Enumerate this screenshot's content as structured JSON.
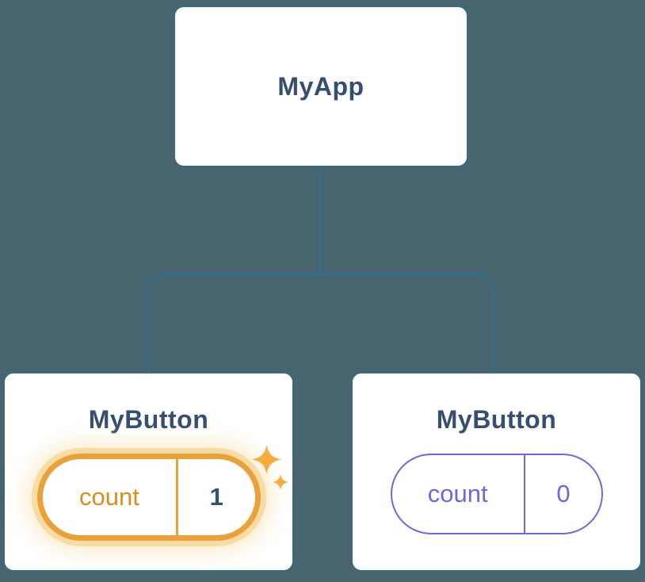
{
  "colors": {
    "bg": "#48656F",
    "line": "#2F6E91",
    "box-bg": "#FFFFFF",
    "heading": "#364E6F",
    "purple": "#6B6AD8",
    "orange": "#E9A23B",
    "orange-glow": "#F8DCA4",
    "orange-text": "#D98E1F",
    "sparkle": "#F5AB3D"
  },
  "diagram": {
    "root": {
      "label": "MyApp"
    },
    "children": [
      {
        "label": "MyButton",
        "state_key": "count",
        "state_value": "1",
        "highlighted": true
      },
      {
        "label": "MyButton",
        "state_key": "count",
        "state_value": "0",
        "highlighted": false
      }
    ]
  }
}
